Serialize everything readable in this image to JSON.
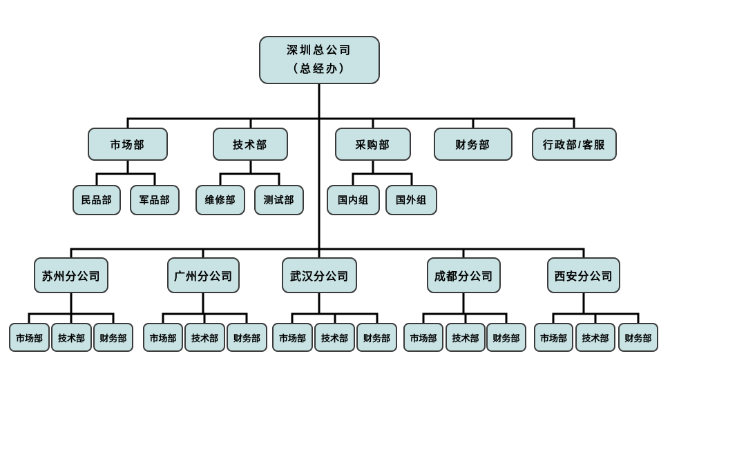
{
  "colors": {
    "box_fill": "#c9e3e5",
    "box_border": "#3a3a3a",
    "connector": "#000000",
    "background": "#ffffff"
  },
  "root": {
    "line1": "深圳总公司",
    "line2": "（总经办）"
  },
  "hq_departments": [
    {
      "label": "市场部",
      "children": [
        "民品部",
        "军品部"
      ]
    },
    {
      "label": "技术部",
      "children": [
        "维修部",
        "测试部"
      ]
    },
    {
      "label": "采购部",
      "children": [
        "国内组",
        "国外组"
      ]
    },
    {
      "label": "财务部",
      "children": []
    },
    {
      "label": "行政部/客服",
      "children": []
    }
  ],
  "branches": [
    {
      "label": "苏州分公司",
      "departments": [
        "市场部",
        "技术部",
        "财务部"
      ]
    },
    {
      "label": "广州分公司",
      "departments": [
        "市场部",
        "技术部",
        "财务部"
      ]
    },
    {
      "label": "武汉分公司",
      "departments": [
        "市场部",
        "技术部",
        "财务部"
      ]
    },
    {
      "label": "成都分公司",
      "departments": [
        "市场部",
        "技术部",
        "财务部"
      ]
    },
    {
      "label": "西安分公司",
      "departments": [
        "市场部",
        "技术部",
        "财务部"
      ]
    }
  ]
}
